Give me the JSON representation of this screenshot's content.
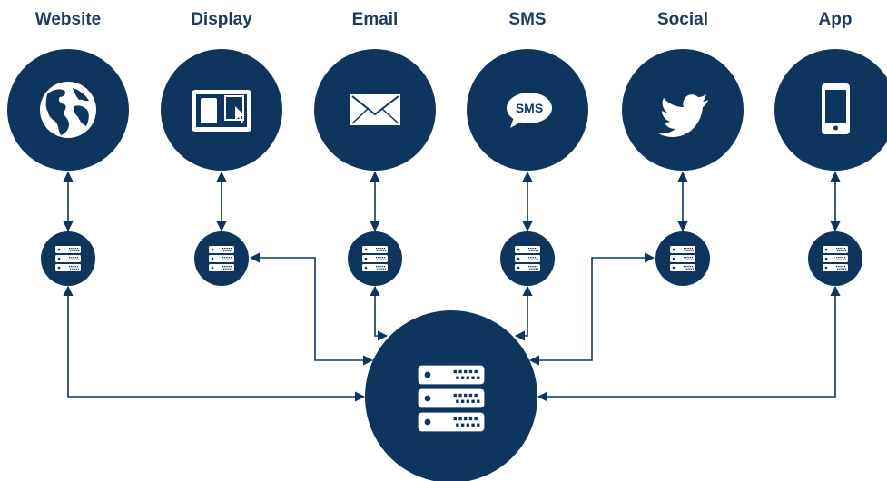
{
  "colors": {
    "primary": "#0d355e",
    "line": "#0d355e",
    "icon": "#ffffff"
  },
  "hub": {
    "icon": "server-rack-icon"
  },
  "channels": [
    {
      "label": "Website",
      "icon": "globe-icon"
    },
    {
      "label": "Display",
      "icon": "tablet-cursor-icon"
    },
    {
      "label": "Email",
      "icon": "envelope-icon"
    },
    {
      "label": "SMS",
      "icon": "sms-bubble-icon",
      "bubble_text": "SMS"
    },
    {
      "label": "Social",
      "icon": "twitter-bird-icon"
    },
    {
      "label": "App",
      "icon": "smartphone-icon"
    }
  ]
}
